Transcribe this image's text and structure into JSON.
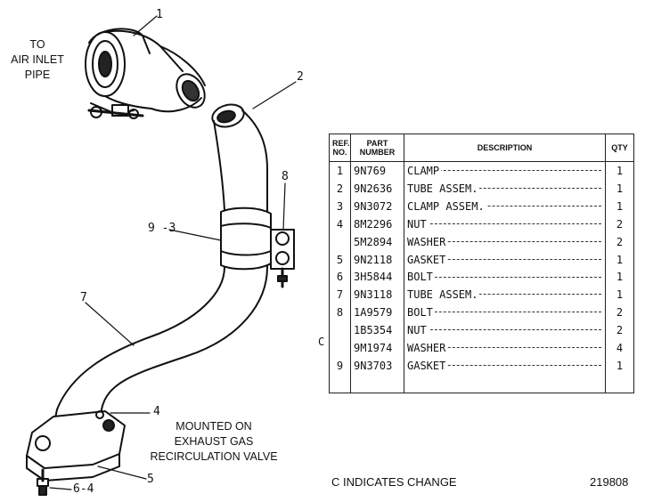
{
  "callouts": {
    "c1": "1",
    "c2": "2",
    "c8": "8",
    "c93": "9 -3",
    "c7": "7",
    "c4": "4",
    "c5": "5",
    "c64": "6-4"
  },
  "notes": {
    "inlet": [
      "TO",
      "AIR INLET",
      "PIPE"
    ],
    "mounted": [
      "MOUNTED ON",
      "EXHAUST GAS",
      "RECIRCULATION VALVE"
    ]
  },
  "table": {
    "headers": {
      "ref": "REF. NO.",
      "part": "PART NUMBER",
      "desc": "DESCRIPTION",
      "qty": "QTY"
    },
    "rows": [
      {
        "ref": "1",
        "part": "9N769",
        "desc": "CLAMP",
        "qty": "1"
      },
      {
        "ref": "2",
        "part": "9N2636",
        "desc": "TUBE ASSEM.",
        "qty": "1"
      },
      {
        "ref": "3",
        "part": "9N3072",
        "desc": "CLAMP ASSEM.",
        "qty": "1"
      },
      {
        "ref": "4",
        "part": "8M2296",
        "desc": "NUT",
        "qty": "2"
      },
      {
        "ref": "",
        "part": "5M2894",
        "desc": "WASHER",
        "qty": "2"
      },
      {
        "ref": "5",
        "part": "9N2118",
        "desc": "GASKET",
        "qty": "1"
      },
      {
        "ref": "6",
        "part": "3H5844",
        "desc": "BOLT",
        "qty": "1"
      },
      {
        "ref": "7",
        "part": "9N3118",
        "desc": "TUBE ASSEM.",
        "qty": "1"
      },
      {
        "ref": "8",
        "part": "1A9579",
        "desc": "BOLT",
        "qty": "2"
      },
      {
        "ref": "",
        "part": "1B5354",
        "desc": "NUT",
        "qty": "2"
      },
      {
        "ref": "",
        "part": "9M1974",
        "desc": "WASHER",
        "qty": "4"
      },
      {
        "ref": "9",
        "part": "9N3703",
        "desc": "GASKET",
        "qty": "1"
      }
    ],
    "change_mark": "C"
  },
  "footer": {
    "change_note": "C INDICATES CHANGE",
    "drawing_number": "219808"
  }
}
